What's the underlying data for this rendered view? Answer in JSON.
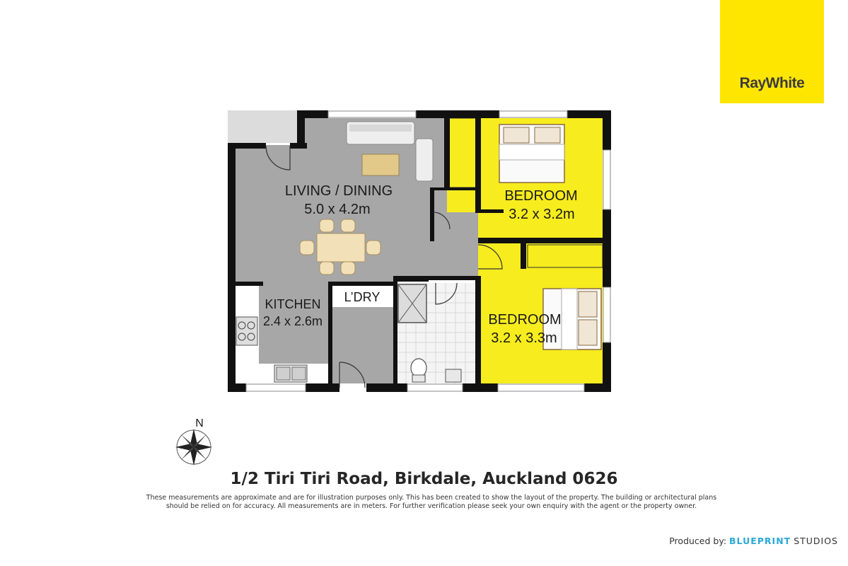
{
  "brand": {
    "logo_text": "RayWhite",
    "logo_color": "#ffe600"
  },
  "rooms": {
    "living": {
      "name": "LIVING / DINING",
      "size": "5.0 x 4.2m"
    },
    "bedroom1": {
      "name": "BEDROOM",
      "size": "3.2 x 3.2m"
    },
    "bedroom2": {
      "name": "BEDROOM",
      "size": "3.2 x 3.3m"
    },
    "kitchen": {
      "name": "KITCHEN",
      "size": "2.4 x 2.6m"
    },
    "laundry": {
      "name": "L’DRY"
    }
  },
  "compass": {
    "north_label": "N"
  },
  "address": "1/2 Tiri Tiri Road, Birkdale, Auckland 0626",
  "disclaimer": "These measurements are approximate and are for illustration purposes only. This has been created to show the layout of the property. The building or architectural plans should be relied on for accuracy. All measurements are in meters. For further verification please seek your own enquiry with the agent or the property owner.",
  "credit": {
    "prefix": "Produced by:",
    "brand": "BLUEPRINT",
    "suffix": "STUDIOS"
  },
  "colors": {
    "living_floor": "#a7a7a7",
    "bedroom_floor": "#f6ec1e",
    "wall": "#111111",
    "tile": "#f4f4f4"
  }
}
